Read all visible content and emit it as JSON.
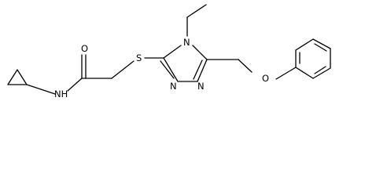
{
  "molecule": {
    "atoms": {
      "nh": "NH",
      "o_carbonyl": "O",
      "s": "S",
      "n_ring": "N",
      "n_a": "N",
      "n_b": "N",
      "o_ether": "O"
    }
  }
}
